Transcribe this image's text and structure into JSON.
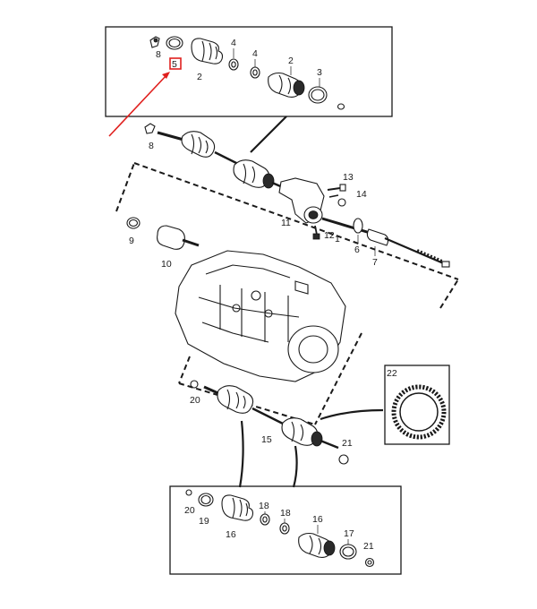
{
  "colors": {
    "ink": "#1a1a1a",
    "highlight": "#e0201e",
    "paper": "#ffffff"
  },
  "callouts": {
    "top_box": [
      {
        "id": "8",
        "text": "8"
      },
      {
        "id": "5",
        "text": "5"
      },
      {
        "id": "2",
        "text": "2"
      },
      {
        "id": "4a",
        "text": "4"
      },
      {
        "id": "4b",
        "text": "4"
      },
      {
        "id": "2b",
        "text": "2"
      },
      {
        "id": "3",
        "text": "3"
      }
    ],
    "upper_shaft": [
      {
        "id": "8b",
        "text": "8"
      },
      {
        "id": "13",
        "text": "13"
      },
      {
        "id": "14",
        "text": "14"
      },
      {
        "id": "11",
        "text": "11"
      },
      {
        "id": "12",
        "text": "12"
      },
      {
        "id": "1",
        "text": "1"
      },
      {
        "id": "6",
        "text": "6"
      },
      {
        "id": "7",
        "text": "7"
      },
      {
        "id": "9",
        "text": "9"
      },
      {
        "id": "10",
        "text": "10"
      }
    ],
    "lower_shaft": [
      {
        "id": "20",
        "text": "20"
      },
      {
        "id": "15",
        "text": "15"
      },
      {
        "id": "21",
        "text": "21"
      },
      {
        "id": "22",
        "text": "22"
      }
    ],
    "bottom_box": [
      {
        "id": "20b",
        "text": "20"
      },
      {
        "id": "19",
        "text": "19"
      },
      {
        "id": "16",
        "text": "16"
      },
      {
        "id": "18a",
        "text": "18"
      },
      {
        "id": "18b",
        "text": "18"
      },
      {
        "id": "16b",
        "text": "16"
      },
      {
        "id": "17",
        "text": "17"
      },
      {
        "id": "21b",
        "text": "21"
      }
    ]
  },
  "highlighted_callout": "5"
}
